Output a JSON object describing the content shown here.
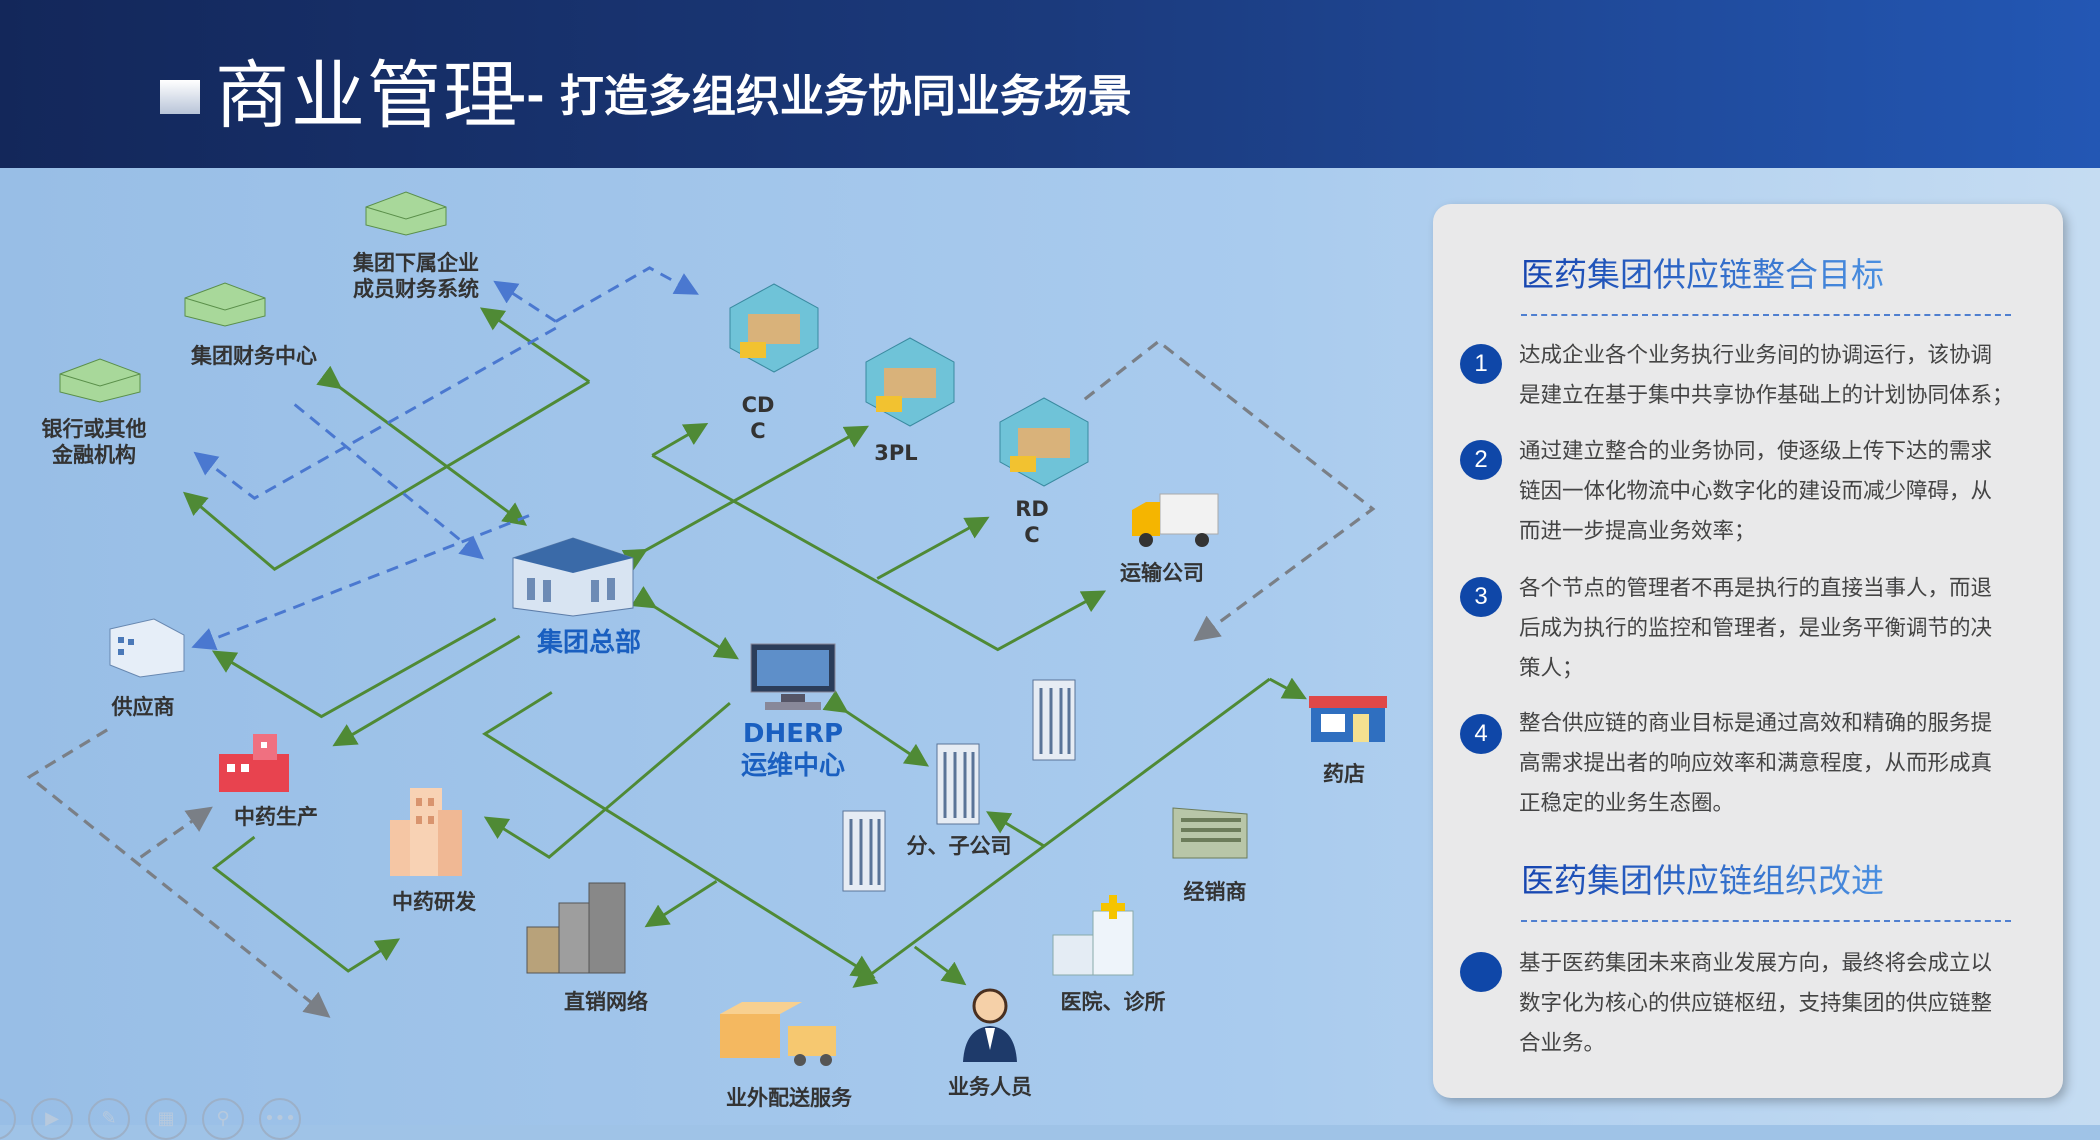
{
  "header": {
    "title": "商业管理",
    "subtitle": "-- 打造多组织业务协同业务场景"
  },
  "nodes": {
    "finance_sub": [
      "集团下属企业",
      "成员财务系统"
    ],
    "finance_center": "集团财务中心",
    "bank": [
      "银行或其他",
      "金融机构"
    ],
    "cdc": [
      "CD",
      "C"
    ],
    "tpl": "3PL",
    "rdc": [
      "RD",
      "C"
    ],
    "transport": "运输公司",
    "hq": "集团总部",
    "supplier": "供应商",
    "tcm_production": "中药生产",
    "tcm_rd": "中药研发",
    "dherp": [
      "DHERP",
      "运维中心"
    ],
    "subsidiary": "分、子公司",
    "pharmacy": "药店",
    "distributor": "经销商",
    "hospital": "医院、诊所",
    "direct_sales": "直销网络",
    "delivery": "业外配送服务",
    "salesperson": "业务人员"
  },
  "panel": {
    "section1_title": "医药集团供应链整合目标",
    "items": [
      {
        "num": "1",
        "lines": [
          "达成企业各个业务执行业务间的协调运行，该协调",
          "是建立在基于集中共享协作基础上的计划协同体系；"
        ]
      },
      {
        "num": "2",
        "lines": [
          "通过建立整合的业务协同，使逐级上传下达的需求",
          "链因一体化物流中心数字化的建设而减少障碍，从",
          "而进一步提高业务效率；"
        ]
      },
      {
        "num": "3",
        "lines": [
          "各个节点的管理者不再是执行的直接当事人，而退",
          "后成为执行的监控和管理者，是业务平衡调节的决",
          "策人；"
        ]
      },
      {
        "num": "4",
        "lines": [
          "整合供应链的商业目标是通过高效和精确的服务提",
          "高需求提出者的响应效率和满意程度，从而形成真",
          "正稳定的业务生态圈。"
        ]
      }
    ],
    "section2_title": "医药集团供应链组织改进",
    "item5_lines": [
      "基于医药集团未来商业发展方向，最终将会成立以",
      "数字化为核心的供应链枢纽，支持集团的供应链整",
      "合业务。"
    ]
  },
  "colors": {
    "green": "#4f8a35",
    "blue_dash": "#4a78d0",
    "gray_dash": "#7a7f86",
    "accent": "#0f47a8"
  }
}
